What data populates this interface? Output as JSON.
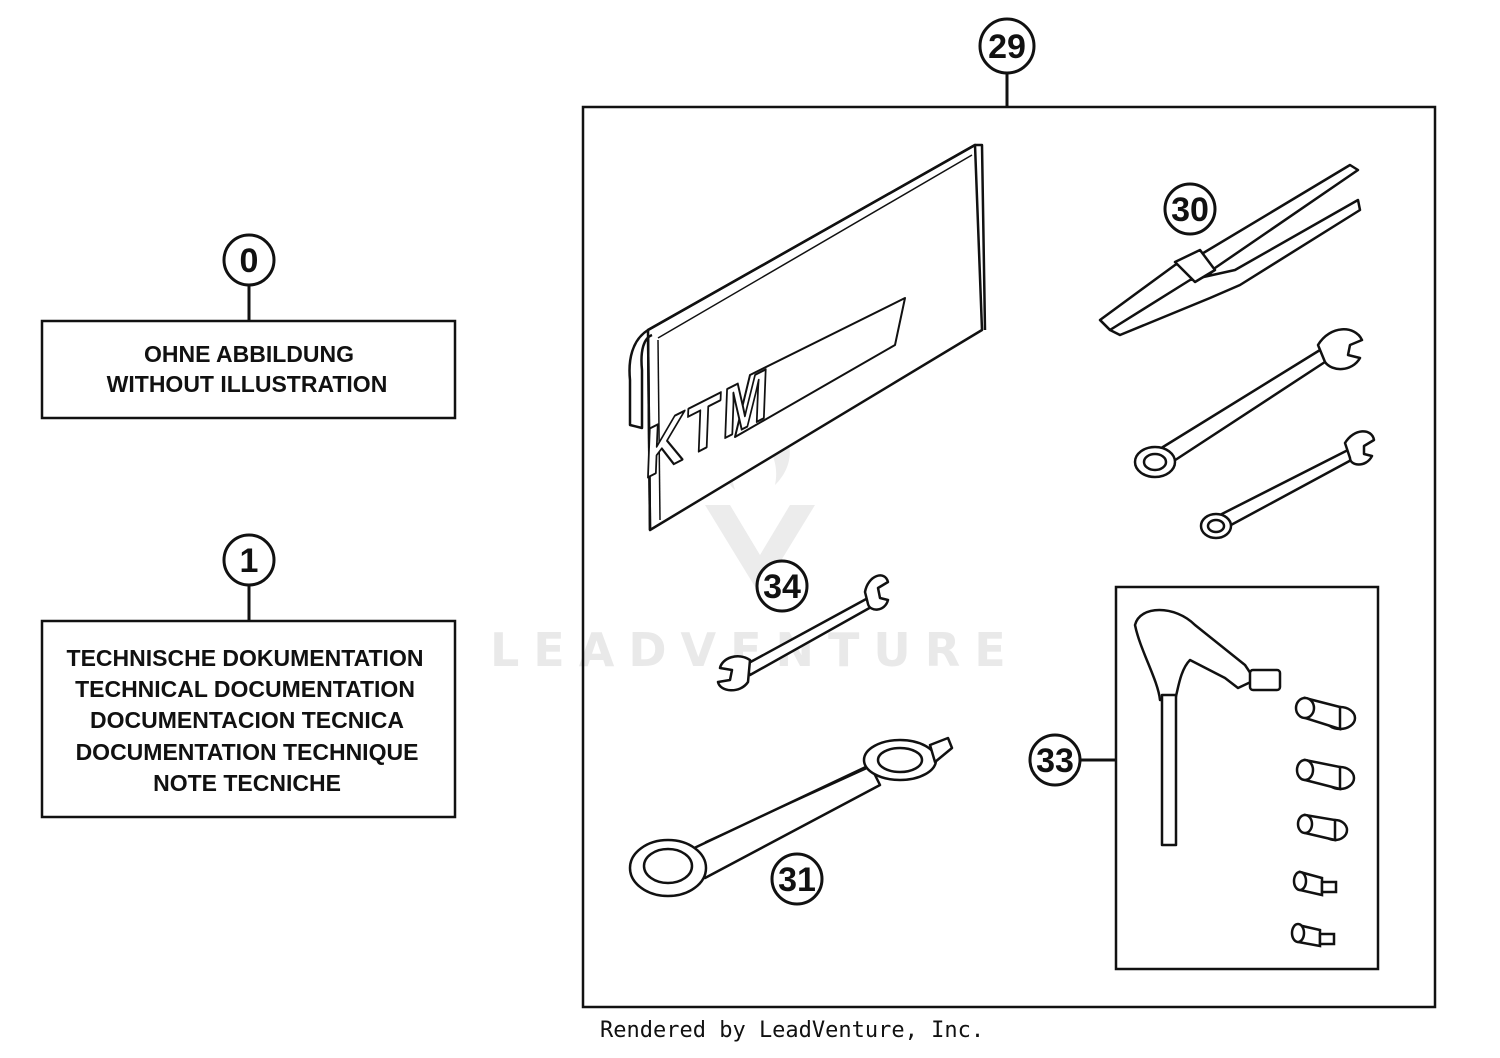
{
  "callouts": {
    "c0": "0",
    "c1": "1",
    "c29": "29",
    "c30": "30",
    "c31": "31",
    "c33": "33",
    "c34": "34"
  },
  "box0": {
    "line1": "OHNE ABBILDUNG",
    "line2": "WITHOUT ILLUSTRATION"
  },
  "box1": {
    "line1": "TECHNISCHE DOKUMENTATION",
    "line2": "TECHNICAL DOCUMENTATION",
    "line3": "DOCUMENTACION TECNICA",
    "line4": "DOCUMENTATION TECHNIQUE",
    "line5": "NOTE TECNICHE"
  },
  "bag_logo": "KTM",
  "watermark": "LEADVENTURE",
  "credit": "Rendered by LeadVenture, Inc."
}
